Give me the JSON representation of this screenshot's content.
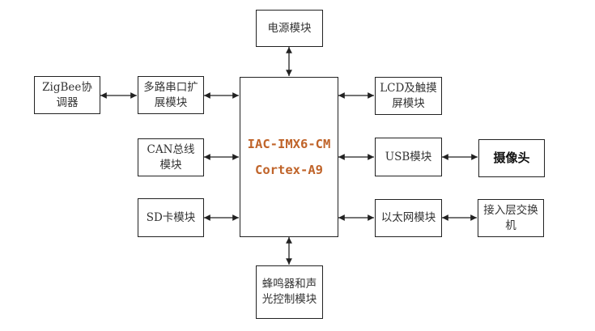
{
  "cpu": {
    "line1": "IAC-IMX6-CM",
    "line2": "Cortex-A9"
  },
  "modules": {
    "power": "电源模块",
    "zigbee": "ZigBee协调器",
    "serial": "多路串口扩展模块",
    "can": "CAN总线模块",
    "sd": "SD卡模块",
    "buzzer": "蜂鸣器和声光控制模块",
    "lcd": "LCD及触摸屏模块",
    "usb": "USB模块",
    "camera": "摄像头",
    "ethernet": "以太网模块",
    "switch": "接入层交换机"
  },
  "colors": {
    "cpu_text": "#c0642a",
    "line": "#222222"
  }
}
